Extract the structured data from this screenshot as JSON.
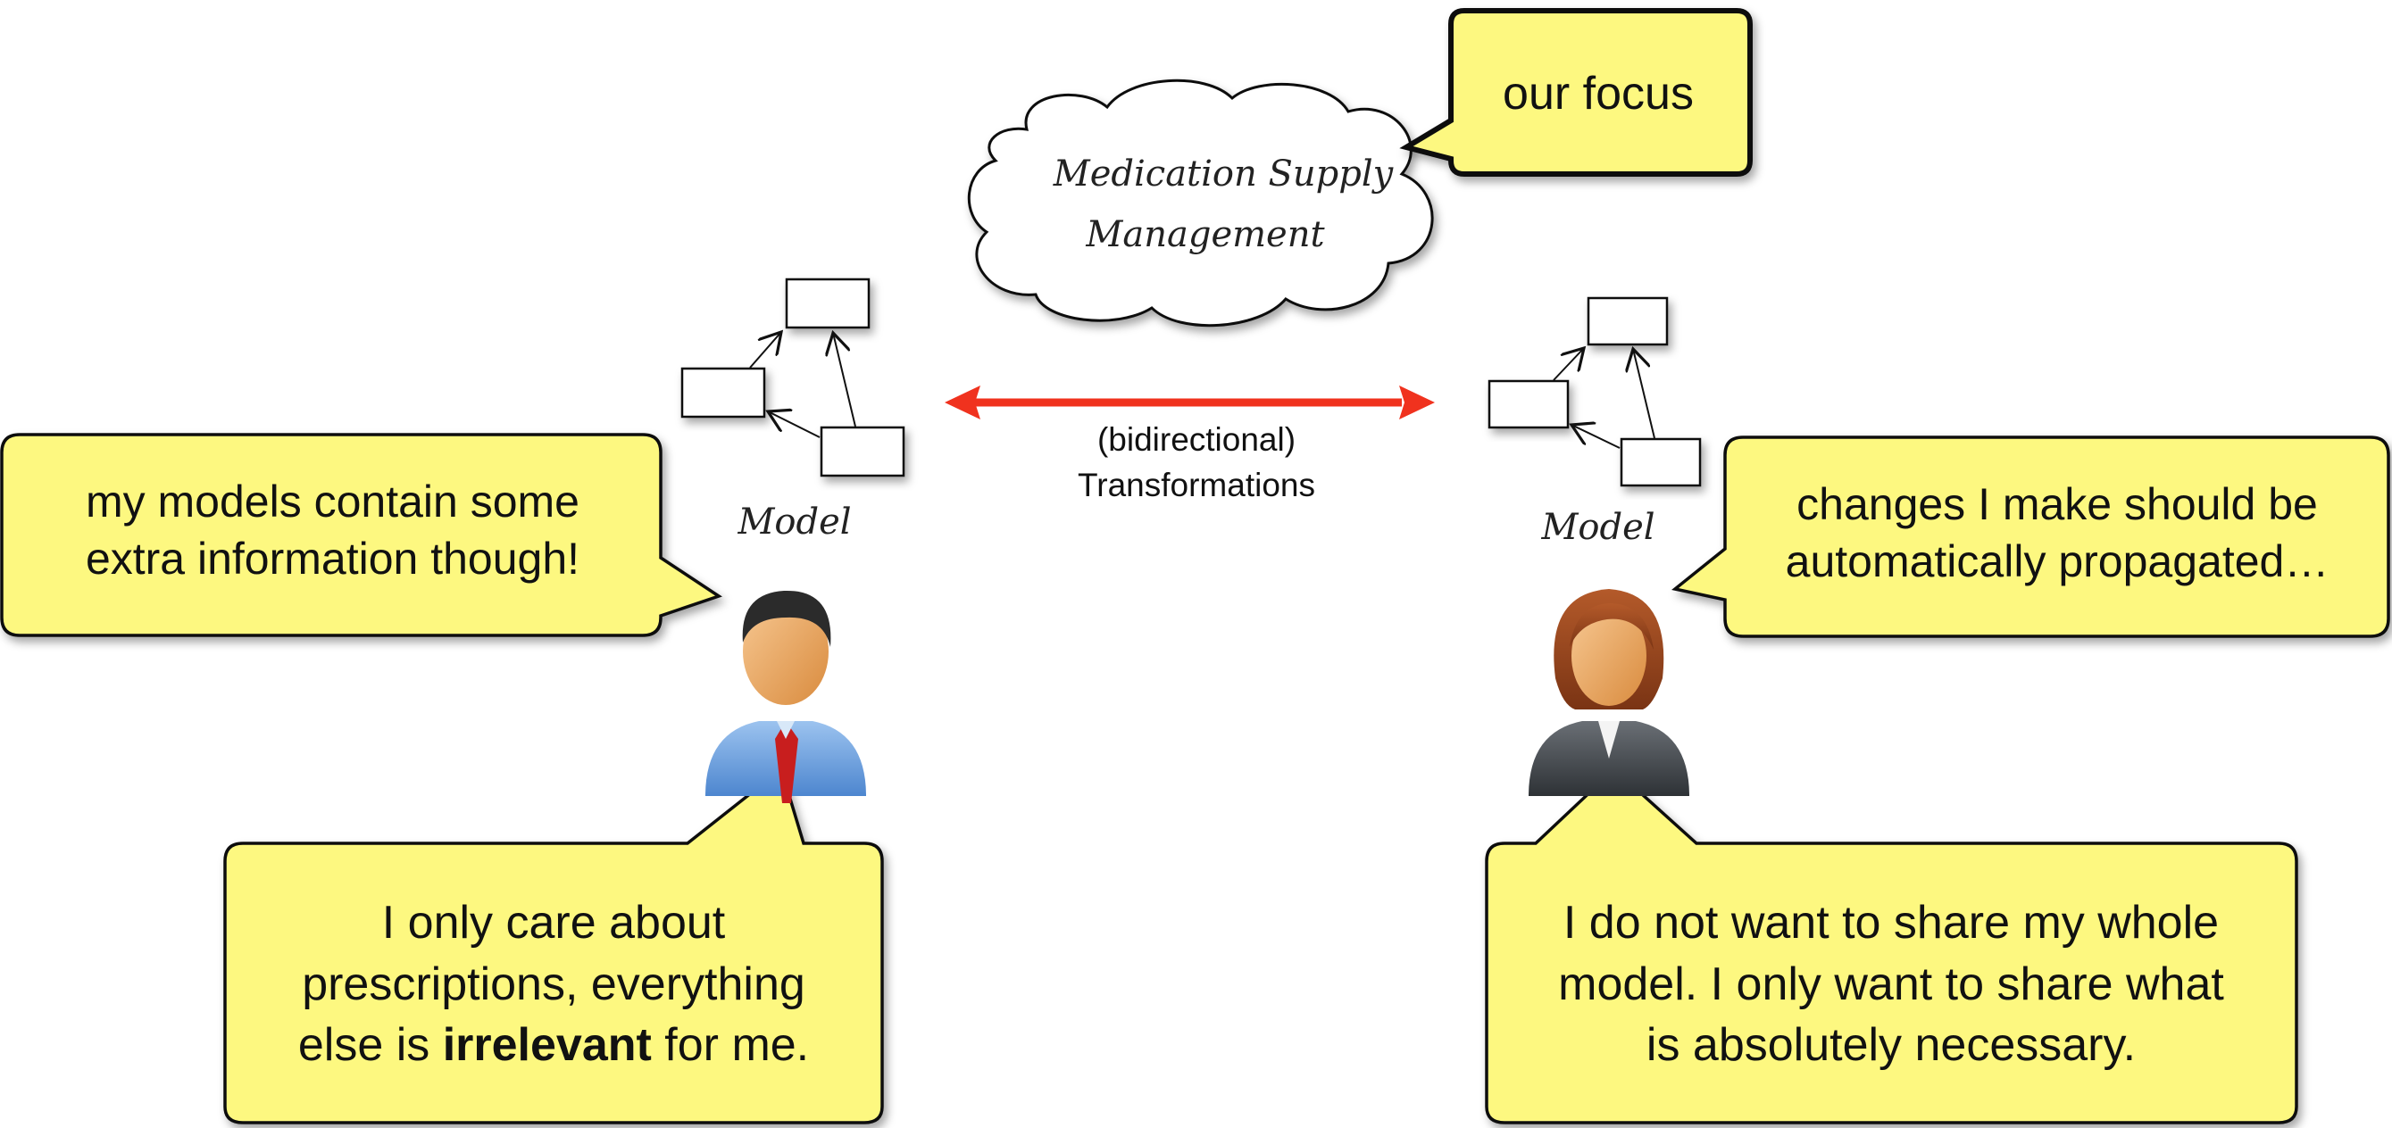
{
  "cloud": {
    "line1": "Medication Supply",
    "line2": "Management"
  },
  "focus_bubble": {
    "text": "our focus"
  },
  "transformations": {
    "line1": "(bidirectional)",
    "line2": "Transformations"
  },
  "left_model": {
    "label": "Model"
  },
  "right_model": {
    "label": "Model"
  },
  "left_top_bubble": {
    "line1": "my models contain some",
    "line2": "extra information though!"
  },
  "right_top_bubble": {
    "line1": "changes I make should be",
    "line2": "automatically propagated…"
  },
  "left_bottom_bubble": {
    "line1": "I only care about",
    "line2": "prescriptions, everything",
    "line3_pre": "else is ",
    "line3_bold": "irrelevant",
    "line3_post": " for me."
  },
  "right_bottom_bubble": {
    "line1": "I do not want to share my whole",
    "line2": "model.  I only want to share what",
    "line3": "is absolutely necessary."
  },
  "colors": {
    "bubble_fill": "#fdf880",
    "arrow": "#f0321e",
    "stroke": "#111111"
  },
  "icons": {
    "left_person": "businessman-icon",
    "right_person": "businesswoman-icon"
  }
}
